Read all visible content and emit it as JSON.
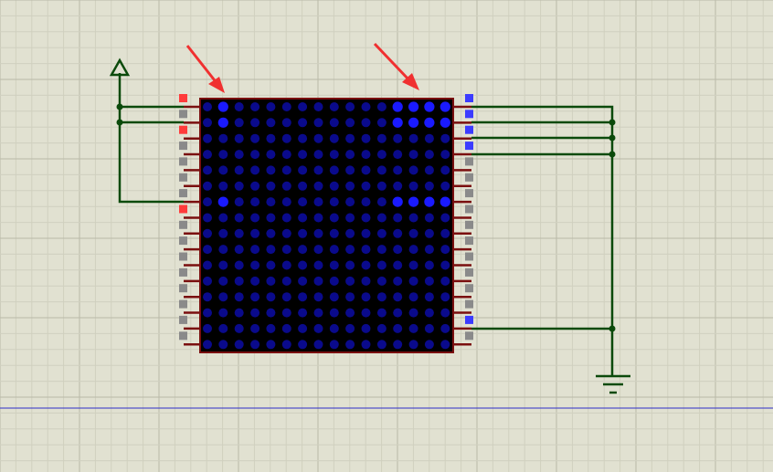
{
  "canvas": {
    "background": "#e1e1d1",
    "grid_minor": "#d0d0bf",
    "grid_major": "#b9b9a8",
    "baseline_color": "#2d2dc8"
  },
  "matrix": {
    "rows": 16,
    "cols": 16,
    "body_color": "#000000",
    "border_color": "#7a0f0f",
    "led_off_color": "#0a0a8c",
    "led_on_color": "#1a1aff",
    "lit": [
      {
        "row": 0,
        "col": 1
      },
      {
        "row": 0,
        "col": 12
      },
      {
        "row": 0,
        "col": 13
      },
      {
        "row": 0,
        "col": 14
      },
      {
        "row": 0,
        "col": 15
      },
      {
        "row": 1,
        "col": 1
      },
      {
        "row": 1,
        "col": 12
      },
      {
        "row": 1,
        "col": 13
      },
      {
        "row": 1,
        "col": 14
      },
      {
        "row": 1,
        "col": 15
      },
      {
        "row": 6,
        "col": 1
      },
      {
        "row": 6,
        "col": 12
      },
      {
        "row": 6,
        "col": 13
      },
      {
        "row": 6,
        "col": 14
      },
      {
        "row": 6,
        "col": 15
      }
    ]
  },
  "pins": {
    "lead_color": "#7a0f0f",
    "left": [
      "high",
      "low",
      "high",
      "low",
      "low",
      "low",
      "low",
      "high",
      "low",
      "low",
      "low",
      "low",
      "low",
      "low",
      "low",
      "low"
    ],
    "right": [
      "high",
      "high",
      "high",
      "high",
      "low",
      "low",
      "low",
      "low",
      "low",
      "low",
      "low",
      "low",
      "low",
      "low",
      "high",
      "low"
    ],
    "colors": {
      "left_high": "#ff3b3b",
      "right_high": "#3b3bff",
      "low": "#8a8a8a"
    }
  },
  "wiring": {
    "wire_color": "#0b4a0b",
    "junction_color": "#0b4a0b",
    "power_symbol": "power-arrow",
    "ground_symbol": "ground"
  },
  "annotations": {
    "arrow_color": "#f03030",
    "arrows": 2
  }
}
